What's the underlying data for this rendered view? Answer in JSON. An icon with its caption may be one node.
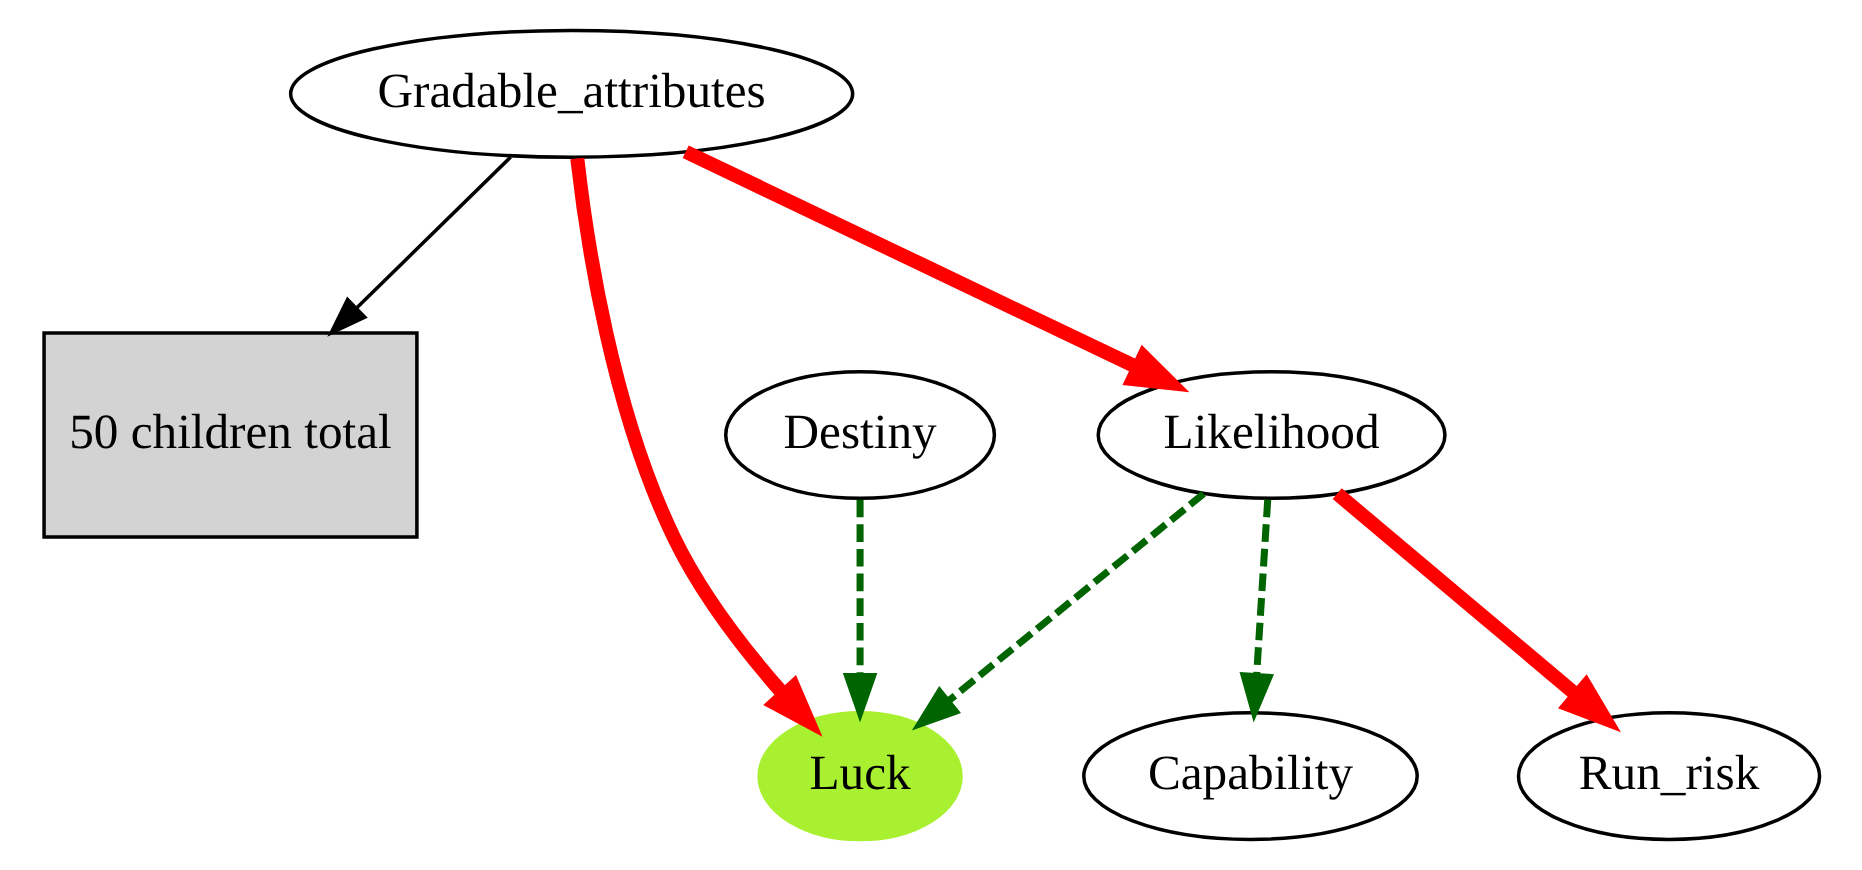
{
  "diagram": {
    "nodes": [
      {
        "text": [
          "Gradable_attributes"
        ]
      },
      {
        "text": [
          "50 children total"
        ]
      },
      {
        "text": [
          "Destiny"
        ]
      },
      {
        "text": [
          "Likelihood"
        ]
      },
      {
        "text": [
          "Luck"
        ]
      },
      {
        "text": [
          "Capability"
        ]
      },
      {
        "text": [
          "Run_risk"
        ]
      }
    ],
    "edges": [
      {
        "from": 0,
        "to": 1,
        "arrow": "to",
        "color": "#000000"
      },
      {
        "from": 0,
        "to": 4,
        "arrow": "to",
        "style": "thick",
        "color": "#ff0000"
      },
      {
        "from": 0,
        "to": 3,
        "arrow": "to",
        "style": "thick",
        "color": "#ff0000"
      },
      {
        "from": 2,
        "to": 4,
        "arrow": "to",
        "style": "dashed",
        "color": "#006400"
      },
      {
        "from": 3,
        "to": 4,
        "arrow": "to",
        "style": "dashed",
        "color": "#006400"
      },
      {
        "from": 3,
        "to": 5,
        "arrow": "to",
        "style": "dashed",
        "color": "#006400"
      },
      {
        "from": 3,
        "to": 6,
        "arrow": "to",
        "style": "thick",
        "color": "#ff0000"
      }
    ]
  }
}
